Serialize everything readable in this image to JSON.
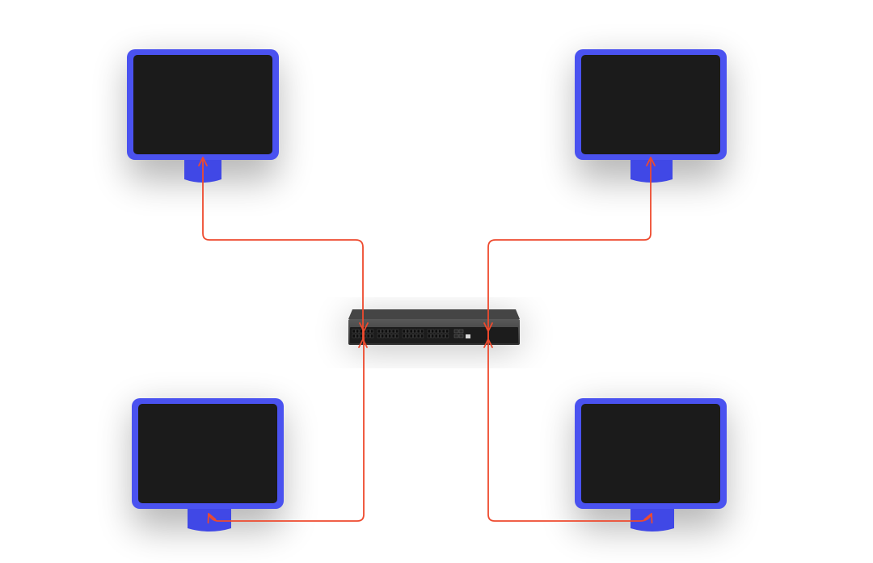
{
  "colors": {
    "background": "#ffffff",
    "monitor_frame": "#4a52f0",
    "monitor_frame_dark": "#3a41d8",
    "monitor_screen": "#1b1b1b",
    "monitor_stand": "#4048e6",
    "cable": "#ee4a2e",
    "switch_body": "#3a3a3a",
    "switch_panel": "#1c1c1c",
    "switch_port": "#0d0d0d"
  },
  "diagram": {
    "topology": "star",
    "center_node": {
      "kind": "network-switch",
      "icon": "network-switch-icon",
      "port_groups": 4,
      "ports_per_group": 12,
      "sfp_ports": 4
    },
    "nodes": [
      {
        "id": "monitor-top-left",
        "kind": "monitor",
        "icon": "monitor-icon"
      },
      {
        "id": "monitor-top-right",
        "kind": "monitor",
        "icon": "monitor-icon"
      },
      {
        "id": "monitor-bottom-left",
        "kind": "monitor",
        "icon": "monitor-icon"
      },
      {
        "id": "monitor-bottom-right",
        "kind": "monitor",
        "icon": "monitor-icon"
      }
    ],
    "links": [
      {
        "from": "network-switch",
        "to": "monitor-top-left",
        "arrow_ends": "both"
      },
      {
        "from": "network-switch",
        "to": "monitor-top-right",
        "arrow_ends": "both"
      },
      {
        "from": "network-switch",
        "to": "monitor-bottom-left",
        "arrow_ends": "both"
      },
      {
        "from": "network-switch",
        "to": "monitor-bottom-right",
        "arrow_ends": "both"
      }
    ]
  }
}
